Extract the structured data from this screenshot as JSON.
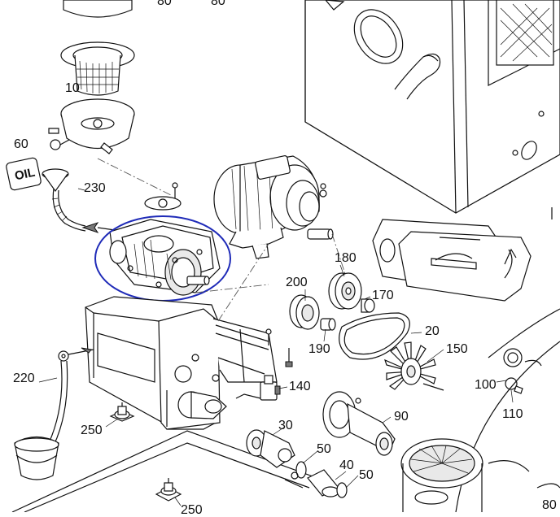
{
  "diagram": {
    "labels": {
      "top_left_80": "80",
      "top_mid_80": "80",
      "filter_10": "10",
      "oil_cap_60": "60",
      "oil_text": "OIL",
      "filler_230": "230",
      "pulley_small_180": "180",
      "pulley_200": "200",
      "bushing_170": "170",
      "belt_20": "20",
      "fan_150": "150",
      "bushing_190": "190",
      "drain_hose_220": "220",
      "valve_140": "140",
      "gauge_100": "100",
      "fitting_110": "110",
      "mount_250_left": "250",
      "flange_30": "30",
      "shaft_90": "90",
      "ring_50_upper": "50",
      "sleeve_40": "40",
      "ring_50_lower": "50",
      "mount_250_bottom": "250",
      "bottom_right_80": "80"
    },
    "highlight_color": "#1f2bb8"
  }
}
